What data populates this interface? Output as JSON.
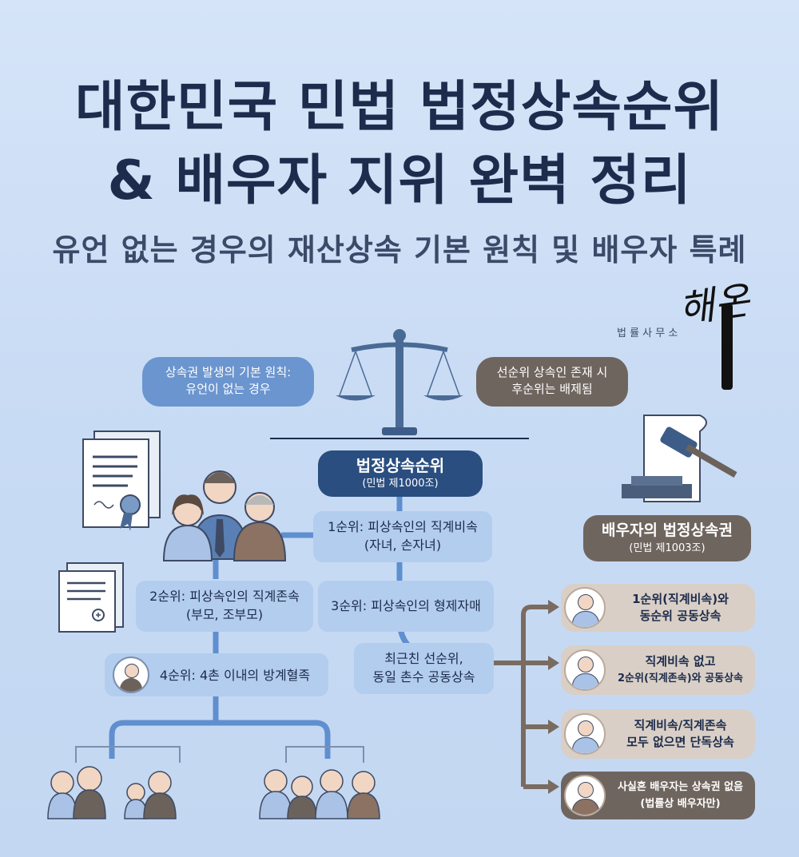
{
  "title_line1": "대한민국 민법 법정상속순위",
  "title_line2": "& 배우자 지위 완벽 정리",
  "subtitle": "유언 없는 경우의 재산상속 기본 원칙 및 배우자 특례",
  "logo": {
    "mark": "해온",
    "sub": "법 률 사 무 소"
  },
  "bubble_left": {
    "line1": "상속권 발생의 기본 원칙:",
    "line2": "유언이 없는 경우"
  },
  "bubble_right": {
    "line1": "선순위 상속인 존재 시",
    "line2": "후순위는 배제됨"
  },
  "main_header": {
    "title": "법정상속순위",
    "sub": "(민법 제1000조)"
  },
  "rank1": {
    "line1": "1순위: 피상속인의 직계비속",
    "line2": "(자녀, 손자녀)"
  },
  "rank2": {
    "line1": "2순위: 피상속인의 직계존속",
    "line2": "(부모, 조부모)"
  },
  "rank3": {
    "line1": "3순위: 피상속인의 형제자매"
  },
  "rank4": {
    "line1": "4순위: 4촌 이내의 방계혈족"
  },
  "closest": {
    "line1": "최근친 선순위,",
    "line2": "동일 촌수 공동상속"
  },
  "spouse_header": {
    "title": "배우자의 법정상속권",
    "sub": "(민법 제1003조)"
  },
  "spouse_items": [
    {
      "line1": "1순위(직계비속)와",
      "line2": "동순위 공동상속"
    },
    {
      "line1": "직계비속 없고",
      "line2": "2순위(직계존속)와 공동상속"
    },
    {
      "line1": "직계비속/직계존속",
      "line2": "모두 없으면 단독상속"
    },
    {
      "line1": "사실혼 배우자는 상속권 없음",
      "line2": "(법률상 배우자만)"
    }
  ],
  "colors": {
    "navy": "#1d2c4c",
    "blue_box": "#b3cdef",
    "header_blue": "#2a4e80",
    "brown": "#6f655f",
    "connector_blue": "#5f8fcf",
    "arrow_brown": "#7a6b60"
  },
  "icons": [
    "scales-icon",
    "certificate-document-icon",
    "will-document-icon",
    "gavel-icon",
    "family-group-icon",
    "person-icon"
  ]
}
